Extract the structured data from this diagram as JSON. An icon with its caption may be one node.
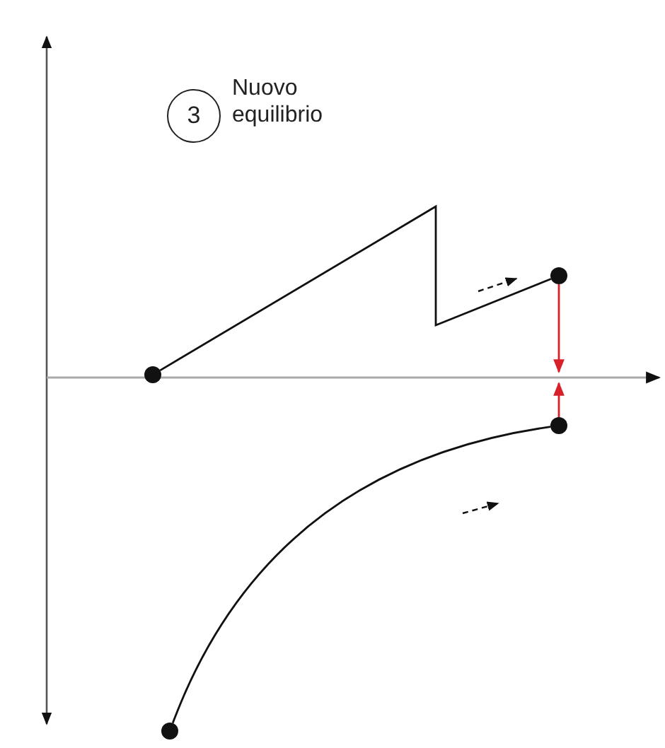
{
  "diagram": {
    "nodes": [
      {
        "text": [
          "3"
        ],
        "beside": [
          "Nuovo equilibrio"
        ]
      },
      {
        "text": [],
        "shape": "circle"
      },
      {
        "text": [],
        "shape": "circle"
      },
      {
        "text": [],
        "shape": "circle"
      },
      {
        "text": [],
        "shape": "circle"
      }
    ],
    "edges": [
      {
        "from": 1,
        "to": 2,
        "arrow": "none"
      },
      {
        "from": 4,
        "to": 3,
        "arrow": "none"
      },
      {
        "from": 2,
        "to": null,
        "arrow": "to",
        "color": "#d8202a"
      },
      {
        "from": 3,
        "to": null,
        "arrow": "to",
        "color": "#d8202a"
      }
    ]
  }
}
